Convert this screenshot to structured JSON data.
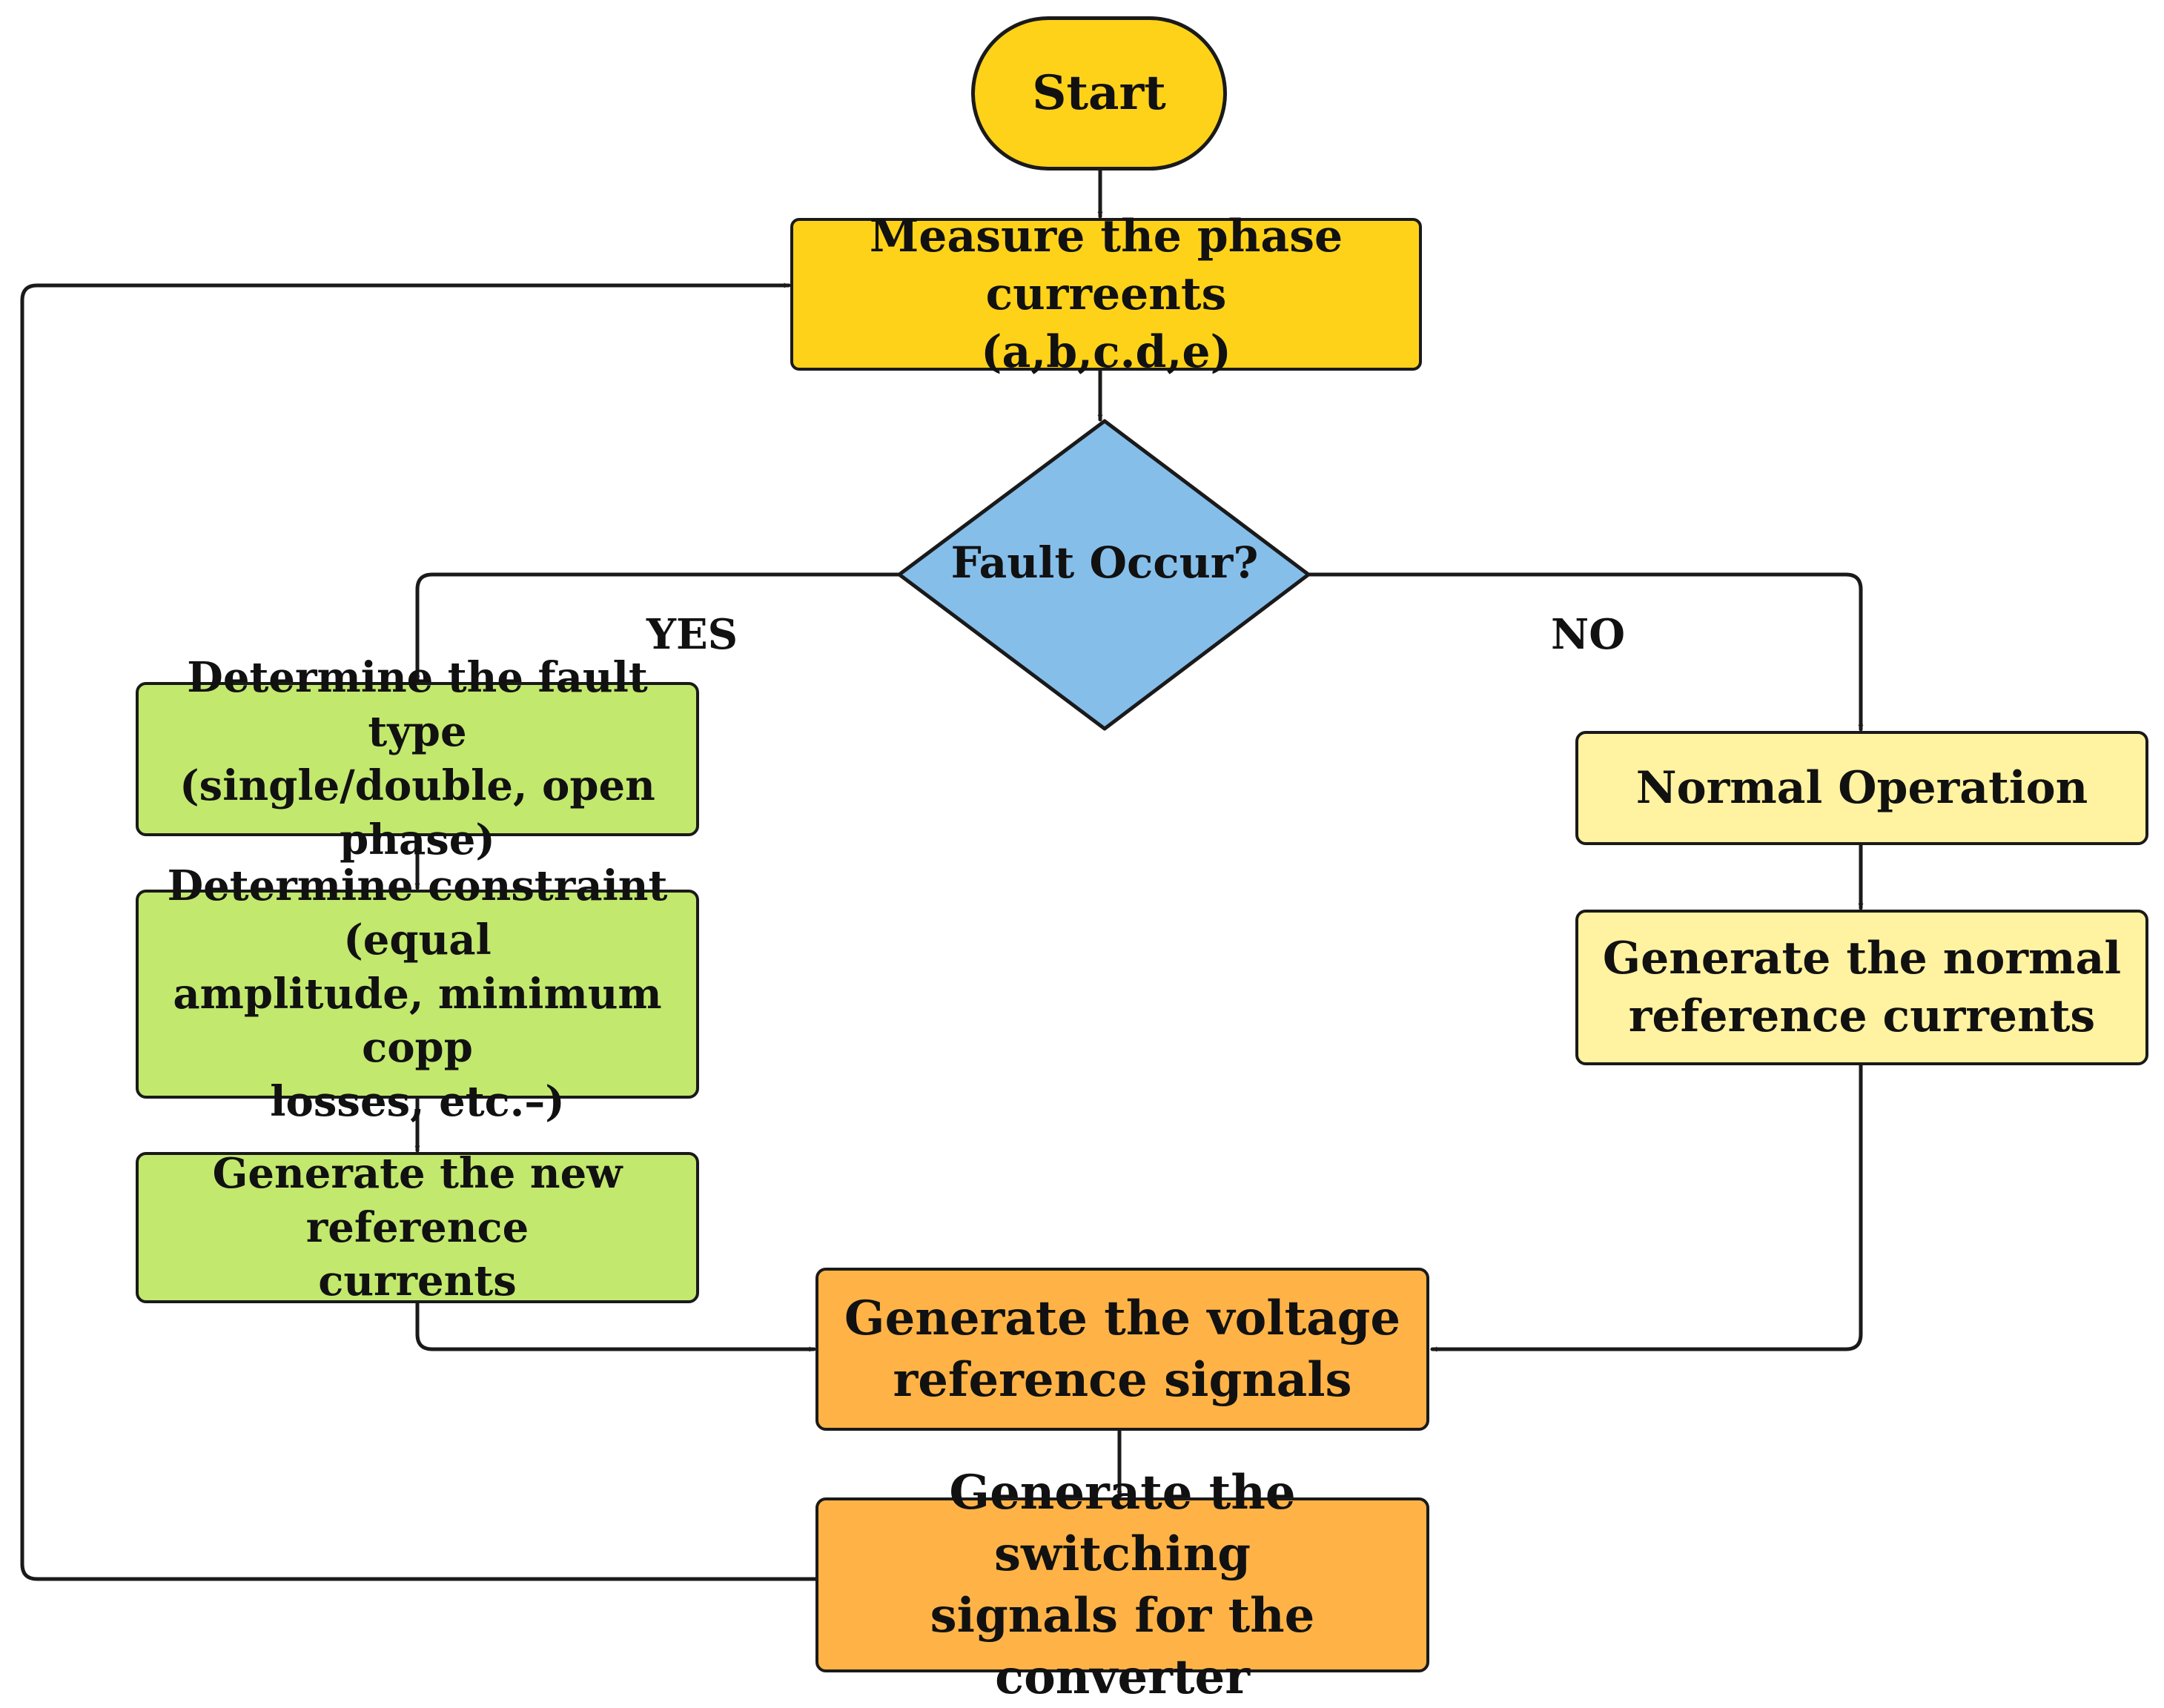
{
  "colors": {
    "start": "#FFD21A",
    "measure": "#FFD21A",
    "decision": "#86BEEA",
    "fault_branch": "#C2E86E",
    "normal_branch": "#FFF2A1",
    "output": "#FFB347",
    "stroke": "#1A1A1A"
  },
  "nodes": {
    "start": "Start",
    "measure": {
      "line1": "Measure the phase curreents",
      "line2": "(a,b,c.d,e)"
    },
    "decision": "Fault Occur?",
    "fault_type": {
      "line1": "Determine the fault type",
      "line2": "(single/double, open phase)"
    },
    "constraint": {
      "line1": "Determine constraint (equal",
      "line2": "amplitude, minimum copp",
      "line3": "losses, etc.–)"
    },
    "new_reference": {
      "line1": "Generate the new reference",
      "line2": "currents"
    },
    "normal_operation": "Normal Operation",
    "normal_reference": {
      "line1": "Generate the normal",
      "line2": "reference currents"
    },
    "voltage_reference": {
      "line1": "Generate the voltage",
      "line2": "reference signals"
    },
    "switching": {
      "line1": "Generate the switching",
      "line2": "signals for the converter"
    }
  },
  "branch_labels": {
    "yes": "YES",
    "no": "NO"
  }
}
